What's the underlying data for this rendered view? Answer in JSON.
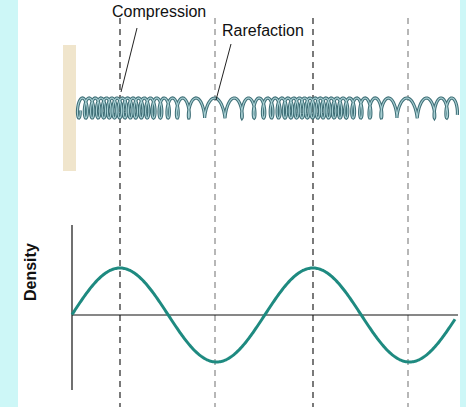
{
  "diagram": {
    "labels": [
      "Compression",
      "Rarefaction",
      "Density"
    ]
  }
}
